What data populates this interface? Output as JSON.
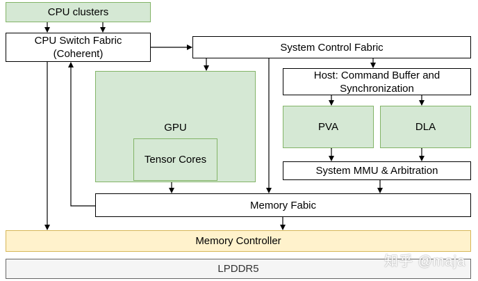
{
  "colors": {
    "green_fill": "#d5e8d4",
    "green_border": "#82b366",
    "yellow_fill": "#fff2cc",
    "yellow_border": "#d6b656",
    "gray_fill": "#f5f5f5",
    "gray_text": "#333333"
  },
  "nodes": {
    "cpu_clusters": "CPU clusters",
    "cpu_switch_fabric": "CPU Switch Fabric\n(Coherent)",
    "system_control_fabric": "System Control Fabric",
    "host_command_buffer": "Host: Command Buffer and\nSynchronization",
    "gpu": "GPU",
    "tensor_cores": "Tensor Cores",
    "pva": "PVA",
    "dla": "DLA",
    "system_mmu": "System MMU & Arbitration",
    "memory_fabric": "Memory Fabic",
    "memory_controller": "Memory Controller",
    "lpddr5": "LPDDR5"
  },
  "watermark": "知乎 @maja"
}
